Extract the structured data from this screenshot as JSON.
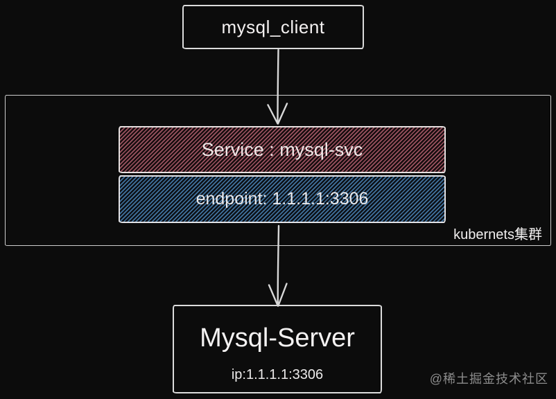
{
  "nodes": {
    "client": {
      "label": "mysql_client"
    },
    "cluster": {
      "label": "kubernets集群"
    },
    "service": {
      "label": "Service : mysql-svc"
    },
    "endpoint": {
      "label": "endpoint: 1.1.1.1:3306"
    },
    "server": {
      "title": "Mysql-Server",
      "ip": "ip:1.1.1.1:3306"
    }
  },
  "watermark": "@稀土掘金技术社区",
  "colors": {
    "background": "#0c0c0c",
    "stroke": "#dcdcdc",
    "text": "#f0eded",
    "service_stripe": "#9b5360",
    "service_bg": "#170d0f",
    "endpoint_stripe": "#41739f",
    "endpoint_bg": "#0c1016",
    "watermark": "#8d8d8d"
  }
}
